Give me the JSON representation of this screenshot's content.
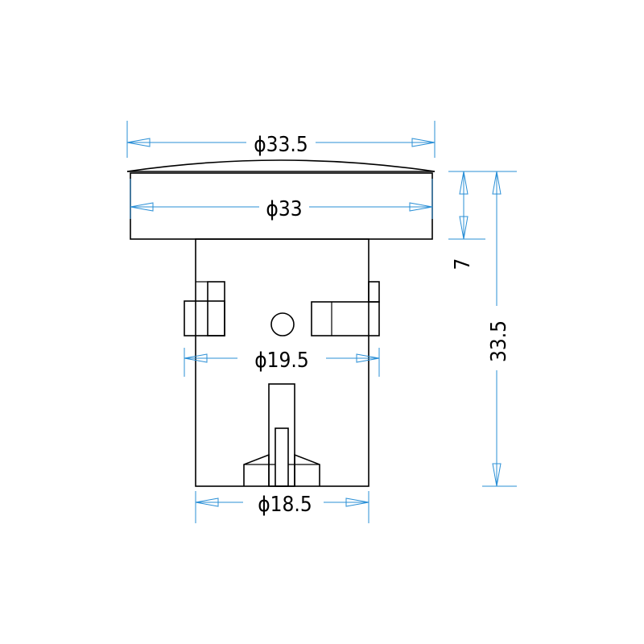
{
  "dimensions": {
    "cap_outer_diameter": "ϕ33.5",
    "cap_diameter": "ϕ33",
    "body_diameter": "ϕ19.5",
    "base_diameter": "ϕ18.5",
    "cap_height": "7",
    "total_height": "33.5"
  },
  "colors": {
    "outline": "#000000",
    "dimension_line": "#2a8fd6",
    "background": "#ffffff"
  }
}
